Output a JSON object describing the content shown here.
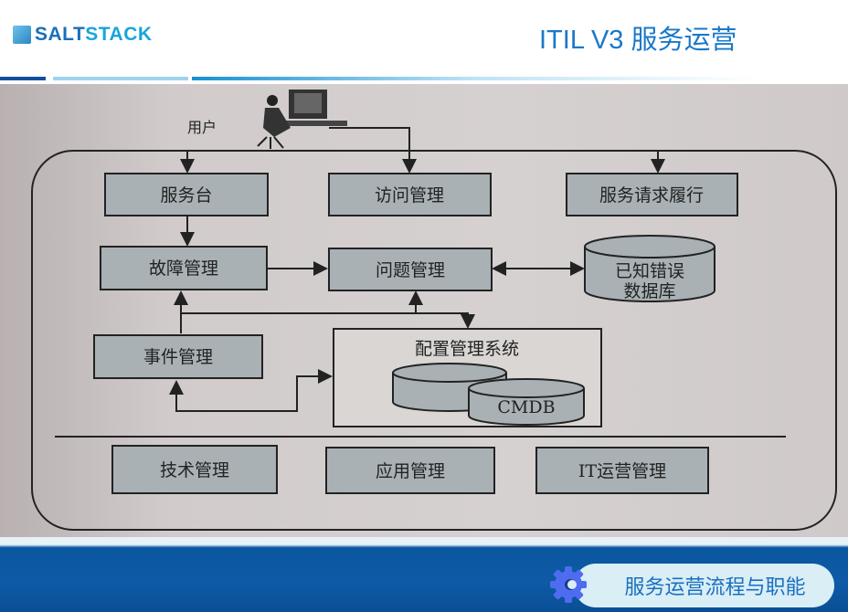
{
  "header": {
    "brand_a": "SALT",
    "brand_b": "STACK",
    "title": "ITIL V3 服务运营"
  },
  "diagram": {
    "user": "用户",
    "service_desk": "服务台",
    "access_mgmt": "访问管理",
    "request_fulfillment": "服务请求履行",
    "incident_mgmt": "故障管理",
    "problem_mgmt": "问题管理",
    "known_error_db_line1": "已知错误",
    "known_error_db_line2": "数据库",
    "event_mgmt": "事件管理",
    "cms": "配置管理系统",
    "cmdb": "CMDB",
    "tech_mgmt": "技术管理",
    "app_mgmt": "应用管理",
    "it_ops_mgmt": "IT运营管理"
  },
  "footer": {
    "section_label": "服务运营流程与职能"
  },
  "colors": {
    "accent": "#1a78c8",
    "box": "#a9b1b4"
  }
}
